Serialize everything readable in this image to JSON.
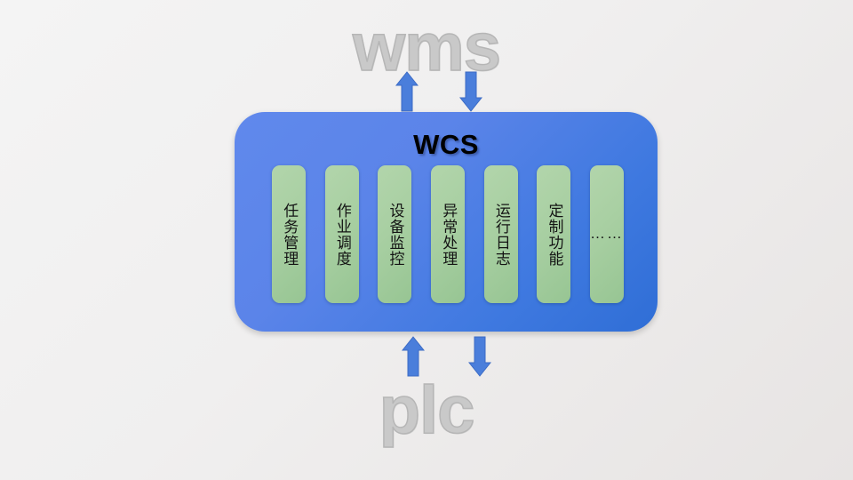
{
  "diagram": {
    "title": "WCS",
    "top_system": "wms",
    "bottom_system": "plc",
    "modules": [
      {
        "label": "任务管理"
      },
      {
        "label": "作业调度"
      },
      {
        "label": "设备监控"
      },
      {
        "label": "异常处理"
      },
      {
        "label": "运行日志"
      },
      {
        "label": "定制功能"
      },
      {
        "label": "……"
      }
    ],
    "connectors": [
      {
        "name": "wms-to-wcs-up",
        "direction": "up"
      },
      {
        "name": "wcs-to-wms-down",
        "direction": "down"
      },
      {
        "name": "plc-to-wcs-up",
        "direction": "up"
      },
      {
        "name": "wcs-to-plc-down",
        "direction": "down"
      }
    ],
    "colors": {
      "container": "#5B84E9",
      "container_dark": "#2F6ED6",
      "module": "#A8CFA2",
      "arrow": "#4A7EDB",
      "outer_label": "#C9C9C9",
      "title": "#000000",
      "background": "#F1F0EF"
    }
  }
}
